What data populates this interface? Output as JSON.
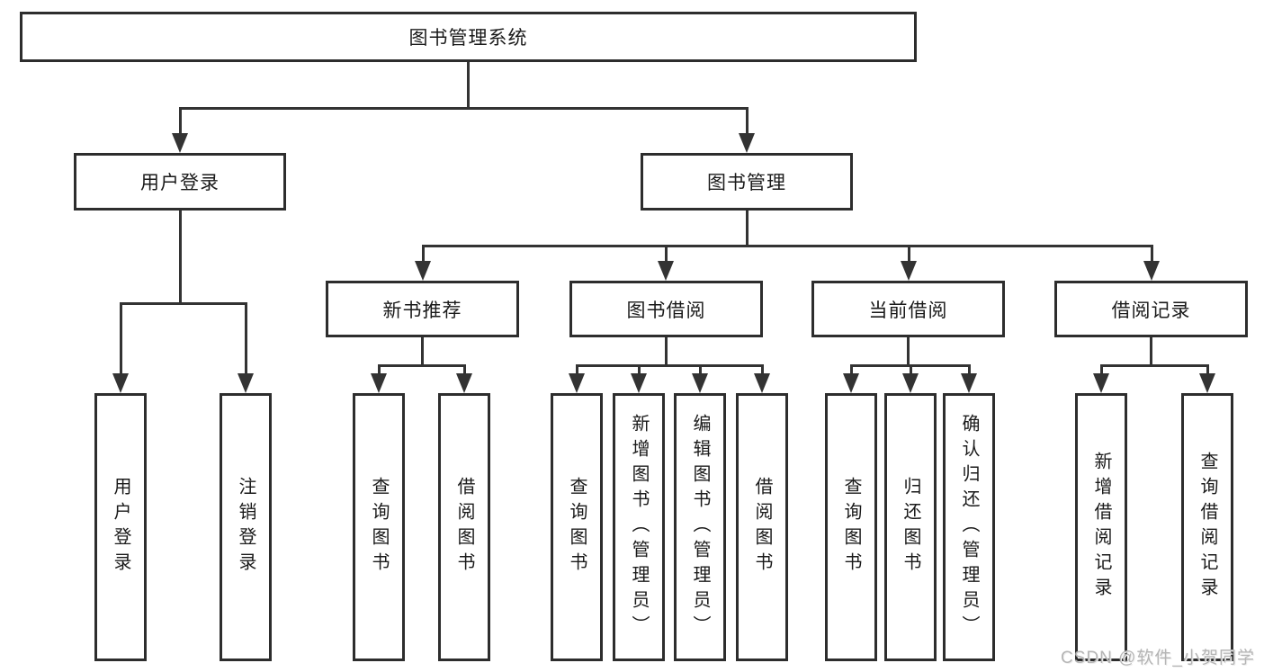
{
  "diagram_title": "图书管理系统",
  "nodes": {
    "root": {
      "label": "图书管理系统"
    },
    "user_login": {
      "label": "用户登录"
    },
    "book_management": {
      "label": "图书管理"
    },
    "new_book_recommend": {
      "label": "新书推荐"
    },
    "book_borrow": {
      "label": "图书借阅"
    },
    "current_borrow": {
      "label": "当前借阅"
    },
    "borrow_record": {
      "label": "借阅记录"
    },
    "leaf_user_login": {
      "label": "用户登录"
    },
    "leaf_logout": {
      "label": "注销登录"
    },
    "leaf_query_book_1": {
      "label": "查询图书"
    },
    "leaf_borrow_book_1": {
      "label": "借阅图书"
    },
    "leaf_query_book_2": {
      "label": "查询图书"
    },
    "leaf_add_book": {
      "label": "新增图书（管理员）"
    },
    "leaf_edit_book": {
      "label": "编辑图书（管理员）"
    },
    "leaf_borrow_book_2": {
      "label": "借阅图书"
    },
    "leaf_query_book_3": {
      "label": "查询图书"
    },
    "leaf_return_book": {
      "label": "归还图书"
    },
    "leaf_confirm_return": {
      "label": "确认归还（管理员）"
    },
    "leaf_add_record": {
      "label": "新增借阅记录"
    },
    "leaf_query_record": {
      "label": "查询借阅记录"
    }
  },
  "watermark": {
    "text": "CSDN @软件_小贺同学"
  },
  "colors": {
    "line": "#333333",
    "box_border": "#2d2d2d",
    "text": "#1a1a1a",
    "background": "#ffffff",
    "watermark": "#b5b5b5"
  }
}
